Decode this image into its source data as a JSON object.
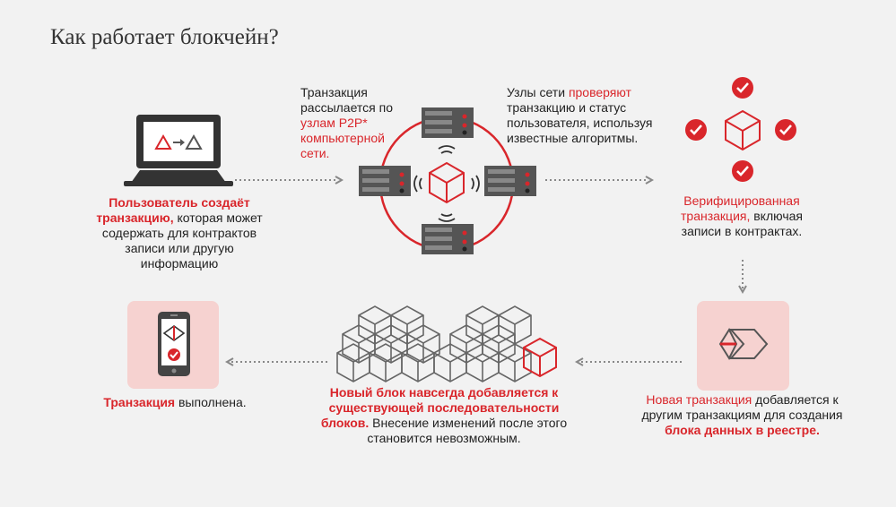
{
  "title": "Как работает блокчейн?",
  "step1": {
    "icon": "laptop-transaction-icon",
    "caption_red": "Пользователь создаёт транзакцию,",
    "caption_rest": " которая может содержать для контрактов записи или другую информацию"
  },
  "step2": {
    "icon": "p2p-network-icon",
    "caption_a": "Транзакция рассылается по ",
    "caption_red": "узлам P2P* компьютерной сети."
  },
  "step3": {
    "caption_a": "Узлы сети ",
    "caption_red": "проверяют",
    "caption_b": " транзакцию и статус пользователя, используя известные алгоритмы."
  },
  "step4": {
    "icon": "verified-block-icon",
    "caption_red": "Верифицированная транзакция,",
    "caption_rest": " включая записи в контрактах."
  },
  "step5": {
    "icon": "merge-block-icon",
    "caption_red1": "Новая транзакция",
    "caption_mid": " добавляется к другим транзакциям для создания ",
    "caption_red2": "блока данных в реестре."
  },
  "step6": {
    "icon": "chain-of-blocks-icon",
    "caption_red": "Новый блок навсегда добавляется к существующей последовательности блоков.",
    "caption_rest": " Внесение изменений после этого становится невозможным."
  },
  "step7": {
    "icon": "phone-done-icon",
    "caption_red": "Транзакция",
    "caption_rest": " выполнена."
  },
  "colors": {
    "accent": "#d9262b",
    "pink": "#f6d2d0",
    "gray": "#555555",
    "background": "#f2f2f2"
  }
}
